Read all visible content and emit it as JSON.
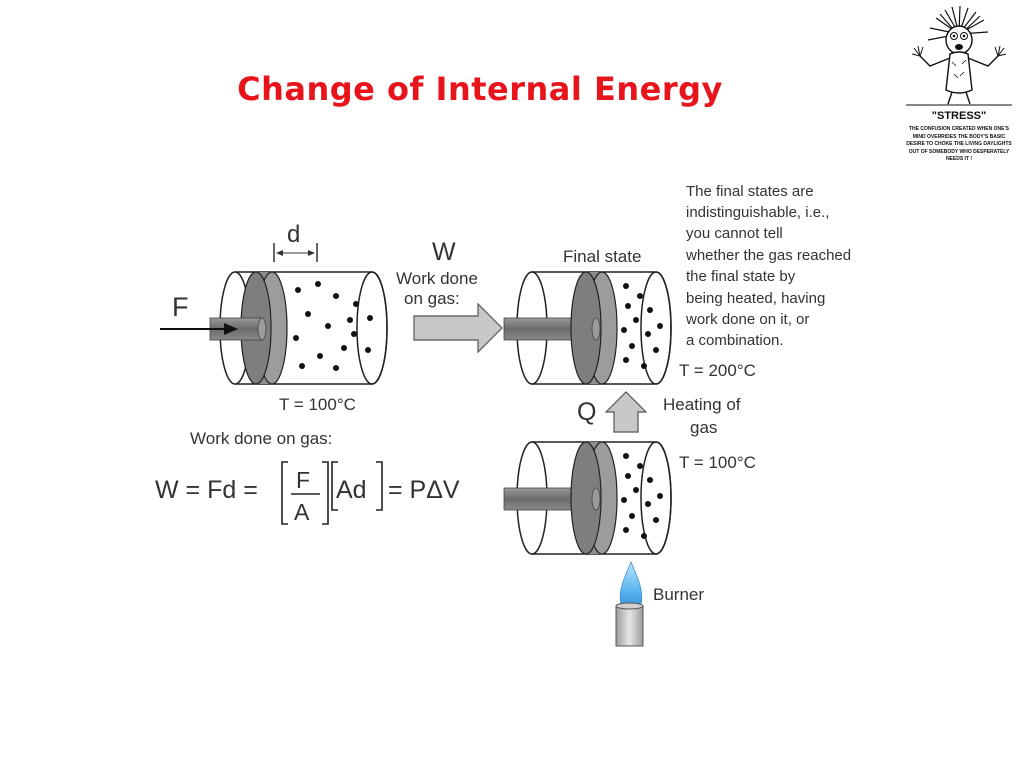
{
  "title": "Change of Internal Energy",
  "stress": {
    "title": "\"STRESS\"",
    "definition": "THE CONFUSION CREATED WHEN ONE'S MIND OVERRIDES THE BODY'S BASIC DESIRE TO CHOKE THE LIVING DAYLIGHTS OUT OF SOMEBODY WHO DESPERATELY NEEDS IT !"
  },
  "left_cylinder": {
    "force_label": "F",
    "distance_label": "d",
    "temperature": "T = 100°C"
  },
  "work_arrow": {
    "symbol": "W",
    "line1": "Work done",
    "line2": "on gas:"
  },
  "formula": {
    "caption": "Work done on gas:",
    "lhs": "W = Fd =",
    "frac_num": "F",
    "frac_den": "A",
    "bracket2": "Ad",
    "rhs": "= PΔV"
  },
  "final_state": {
    "label": "Final state",
    "temperature": "T = 200°C"
  },
  "heat_arrow": {
    "symbol": "Q",
    "line1": "Heating of",
    "line2": "gas"
  },
  "initial_state": {
    "temperature": "T = 100°C"
  },
  "burner": {
    "label": "Burner"
  },
  "note": {
    "lines": [
      "The final states are",
      "indistinguishable, i.e.,",
      "you cannot tell",
      "whether the gas reached",
      "the final state by",
      "being heated, having",
      "work done on it, or",
      "a combination."
    ]
  },
  "colors": {
    "title": "#e8141c",
    "piston_face": "#8c8c8c",
    "piston_rod": "#7a7a7a",
    "arrow_fill": "#c8c8c8",
    "flame": "#5ab4f0"
  }
}
